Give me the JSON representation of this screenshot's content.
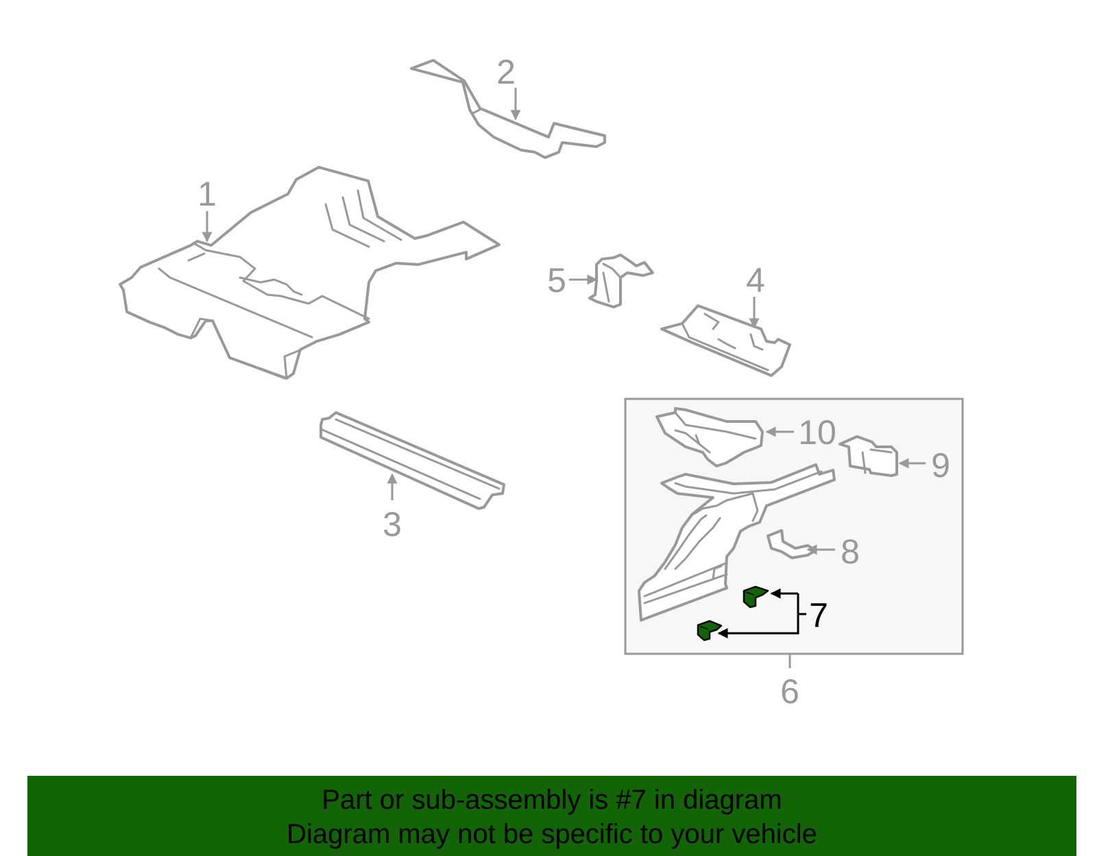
{
  "callouts": {
    "c1": "1",
    "c2": "2",
    "c3": "3",
    "c4": "4",
    "c5": "5",
    "c6": "6",
    "c7": "7",
    "c8": "8",
    "c9": "9",
    "c10": "10"
  },
  "highlighted_callout": "7",
  "colors": {
    "part_outline": "#999999",
    "highlight": "#136307",
    "subassembly_box_fill": "#f7f7f7",
    "label_default": "#999999",
    "label_highlight": "#000000"
  },
  "banner": {
    "line1": "Part or sub-assembly is #7 in diagram",
    "line2": "Diagram may not be specific to your vehicle"
  }
}
